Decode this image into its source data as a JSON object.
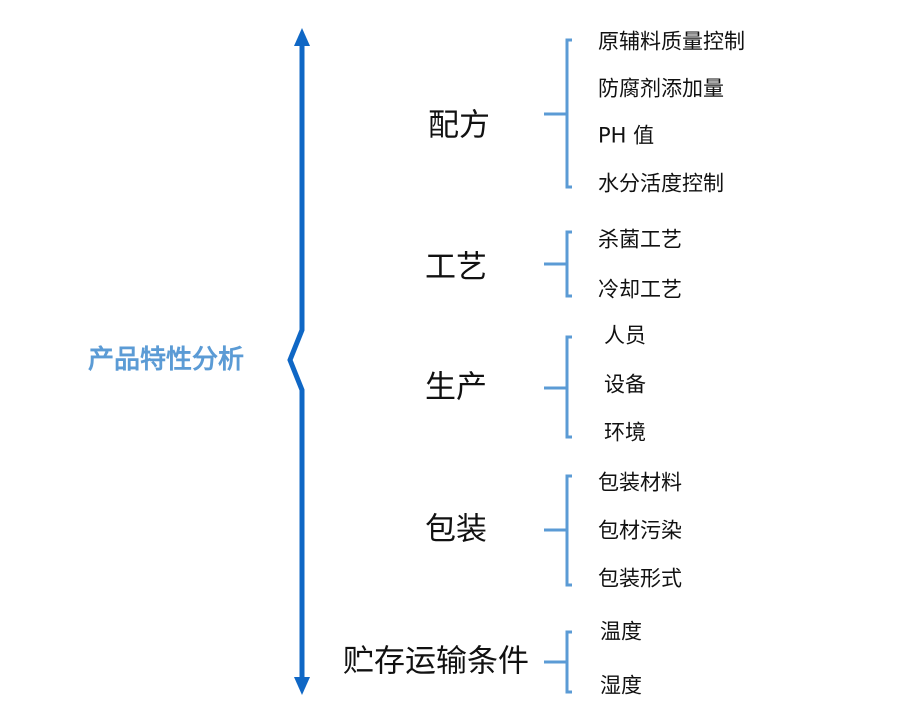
{
  "root_label": "产品特性分析",
  "colors": {
    "spine": "#0F67C5",
    "bracket": "#5B9BD5",
    "root_text": "#5B9BD5"
  },
  "groups": [
    {
      "label": "配方",
      "items": [
        "原辅料质量控制",
        "防腐剂添加量",
        "PH 值",
        "水分活度控制"
      ]
    },
    {
      "label": "工艺",
      "items": [
        "杀菌工艺",
        "冷却工艺"
      ]
    },
    {
      "label": "生产",
      "items": [
        "人员",
        "设备",
        "环境"
      ]
    },
    {
      "label": "包装",
      "items": [
        "包装材料",
        "包材污染",
        "包装形式"
      ]
    },
    {
      "label": "贮存运输条件",
      "items": [
        "温度",
        "湿度"
      ]
    }
  ]
}
